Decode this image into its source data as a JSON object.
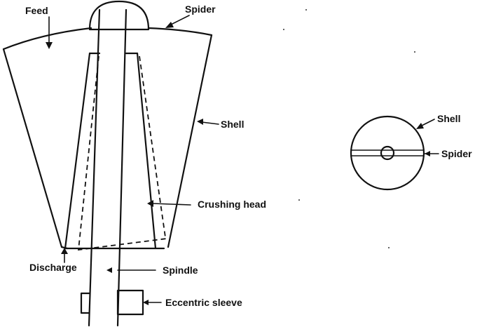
{
  "labels": {
    "feed": "Feed",
    "spider": "Spider",
    "shell": "Shell",
    "crushing_head": "Crushing head",
    "discharge": "Discharge",
    "spindle": "Spindle",
    "eccentric_sleeve": "Eccentric sleeve"
  },
  "plan_view": {
    "shell": "Shell",
    "spider": "Spider"
  }
}
